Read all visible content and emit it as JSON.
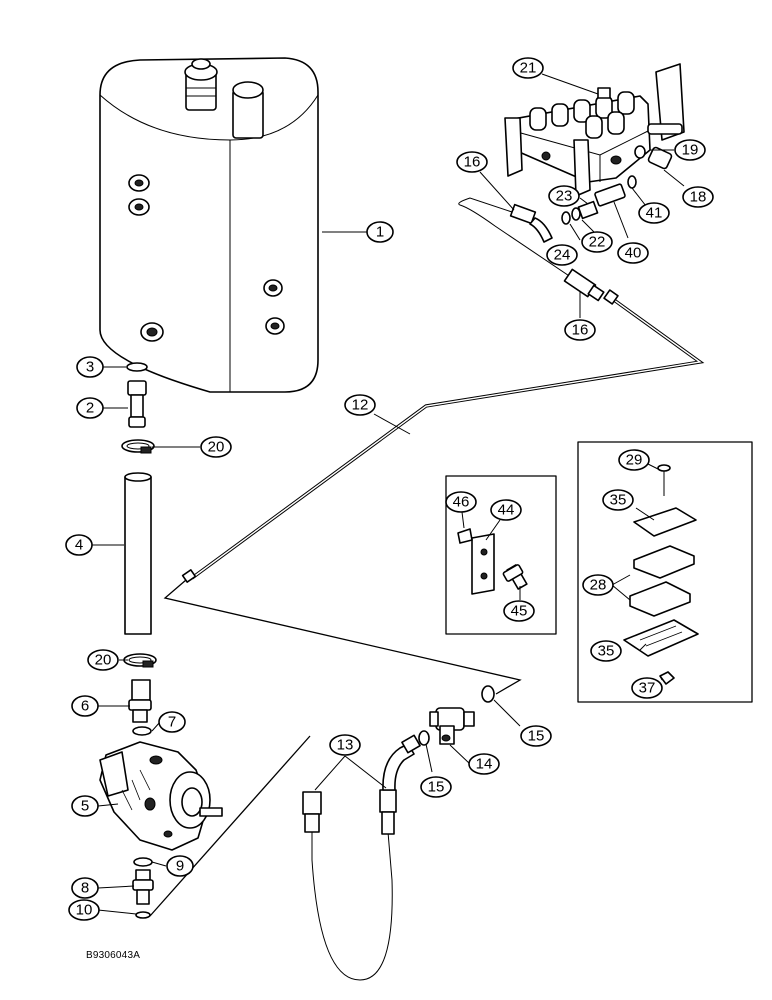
{
  "drawing_code": "B9306043A",
  "callouts": [
    {
      "id": "c1",
      "label": "1"
    },
    {
      "id": "c2",
      "label": "2"
    },
    {
      "id": "c3",
      "label": "3"
    },
    {
      "id": "c4",
      "label": "4"
    },
    {
      "id": "c5",
      "label": "5"
    },
    {
      "id": "c6",
      "label": "6"
    },
    {
      "id": "c7",
      "label": "7"
    },
    {
      "id": "c8",
      "label": "8"
    },
    {
      "id": "c9",
      "label": "9"
    },
    {
      "id": "c10",
      "label": "10"
    },
    {
      "id": "c12",
      "label": "12"
    },
    {
      "id": "c13",
      "label": "13"
    },
    {
      "id": "c14",
      "label": "14"
    },
    {
      "id": "c15a",
      "label": "15"
    },
    {
      "id": "c15b",
      "label": "15"
    },
    {
      "id": "c16a",
      "label": "16"
    },
    {
      "id": "c16b",
      "label": "16"
    },
    {
      "id": "c18",
      "label": "18"
    },
    {
      "id": "c19",
      "label": "19"
    },
    {
      "id": "c20a",
      "label": "20"
    },
    {
      "id": "c20b",
      "label": "20"
    },
    {
      "id": "c21",
      "label": "21"
    },
    {
      "id": "c22",
      "label": "22"
    },
    {
      "id": "c23",
      "label": "23"
    },
    {
      "id": "c24",
      "label": "24"
    },
    {
      "id": "c28",
      "label": "28"
    },
    {
      "id": "c29",
      "label": "29"
    },
    {
      "id": "c35a",
      "label": "35"
    },
    {
      "id": "c35b",
      "label": "35"
    },
    {
      "id": "c37",
      "label": "37"
    },
    {
      "id": "c40",
      "label": "40"
    },
    {
      "id": "c41",
      "label": "41"
    },
    {
      "id": "c44",
      "label": "44"
    },
    {
      "id": "c45",
      "label": "45"
    },
    {
      "id": "c46",
      "label": "46"
    }
  ]
}
